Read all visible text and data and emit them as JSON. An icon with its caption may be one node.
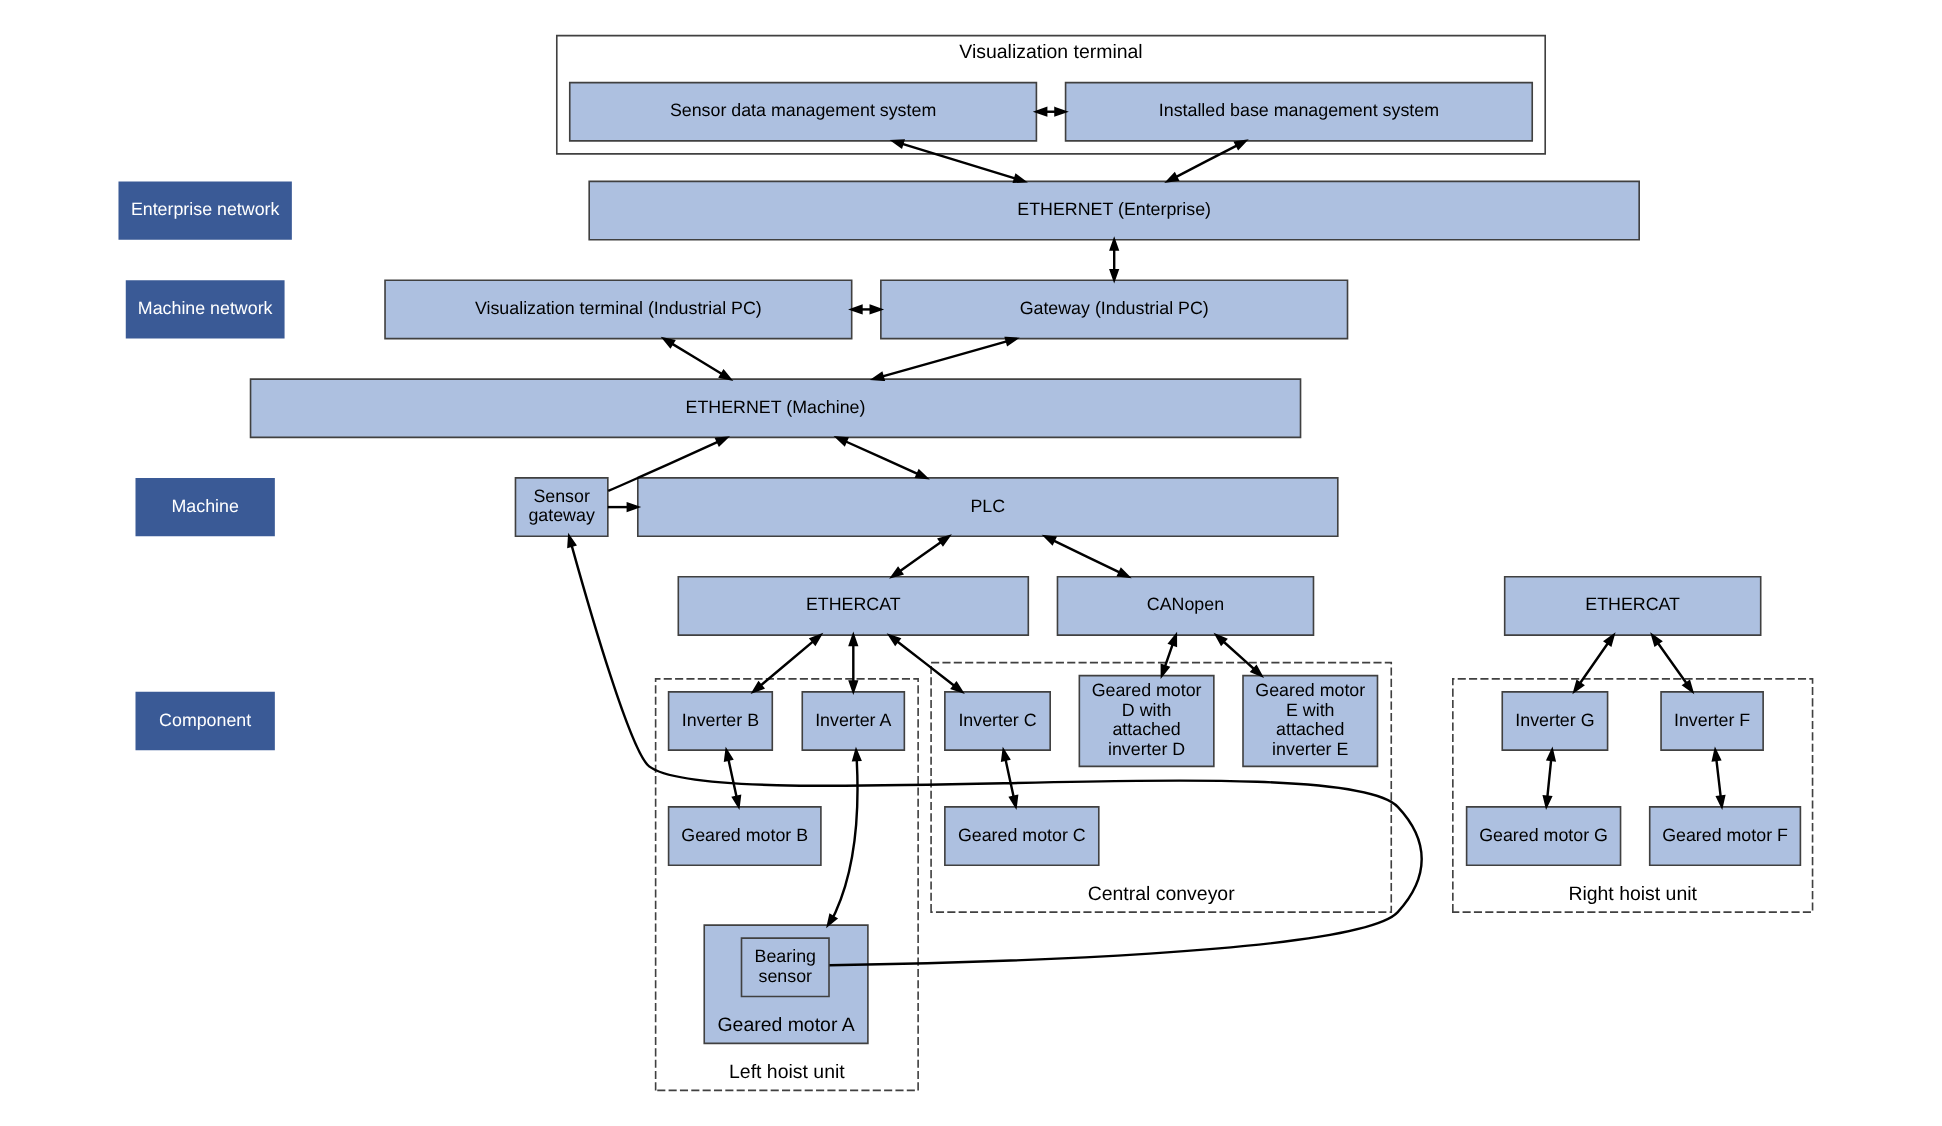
{
  "diagram": {
    "nodes": [
      {
        "text": [
          "Visualization terminal"
        ]
      },
      {
        "text": [
          "Sensor data management system"
        ],
        "in": 0
      },
      {
        "text": [
          "Installed base management system"
        ],
        "in": 0
      },
      {
        "text": [
          "ETHERNET (Enterprise)"
        ]
      },
      {
        "text": [
          "Visualization terminal (Industrial PC)"
        ]
      },
      {
        "text": [
          "Gateway (Industrial PC)"
        ]
      },
      {
        "text": [
          "ETHERNET (Machine)"
        ]
      },
      {
        "text": [
          "Sensor gateway"
        ]
      },
      {
        "text": [
          "PLC"
        ]
      },
      {
        "text": [
          "ETHERCAT"
        ]
      },
      {
        "text": [
          "CANopen"
        ]
      },
      {
        "text": [
          "ETHERCAT"
        ]
      },
      {
        "text": [
          "Left hoist unit"
        ]
      },
      {
        "text": [
          "Inverter A"
        ],
        "in": 12
      },
      {
        "text": [
          "Inverter B"
        ],
        "in": 12
      },
      {
        "text": [
          "Geared motor A"
        ],
        "in": 12
      },
      {
        "text": [
          "Bearing sensor"
        ],
        "in": 15
      },
      {
        "text": [
          "Geared motor B"
        ],
        "in": 12
      },
      {
        "text": [
          "Central conveyor"
        ]
      },
      {
        "text": [
          "Inverter C"
        ],
        "in": 18
      },
      {
        "text": [
          "Geared motor D with attached inverter D"
        ],
        "in": 18
      },
      {
        "text": [
          "Geared motor E with attached inverter E"
        ],
        "in": 18
      },
      {
        "text": [
          "Geared motor C"
        ],
        "in": 18
      },
      {
        "text": [
          "Right hoist unit"
        ]
      },
      {
        "text": [
          "Inverter F"
        ],
        "in": 23
      },
      {
        "text": [
          "Inverter G"
        ],
        "in": 23
      },
      {
        "text": [
          "Geared motor F"
        ],
        "in": 23
      },
      {
        "text": [
          "Geared motor G"
        ],
        "in": 23
      }
    ],
    "edges": [
      {
        "from": 1,
        "to": 2,
        "arrow": "both"
      },
      {
        "from": 1,
        "to": 3,
        "arrow": "both"
      },
      {
        "from": 2,
        "to": 3,
        "arrow": "both"
      },
      {
        "from": 3,
        "to": 5,
        "arrow": "both"
      },
      {
        "from": 4,
        "to": 5,
        "arrow": "both"
      },
      {
        "from": 4,
        "to": 6,
        "arrow": "both"
      },
      {
        "from": 5,
        "to": 6,
        "arrow": "both"
      },
      {
        "from": 6,
        "to": 8,
        "arrow": "both"
      },
      {
        "from": 7,
        "to": 6,
        "arrow": "to"
      },
      {
        "from": 7,
        "to": 8,
        "arrow": "to"
      },
      {
        "from": 16,
        "to": 7,
        "arrow": "to"
      },
      {
        "from": 8,
        "to": 9,
        "arrow": "both"
      },
      {
        "from": 8,
        "to": 10,
        "arrow": "both"
      },
      {
        "from": 9,
        "to": 13,
        "arrow": "both"
      },
      {
        "from": 9,
        "to": 14,
        "arrow": "both"
      },
      {
        "from": 9,
        "to": 19,
        "arrow": "both"
      },
      {
        "from": 13,
        "to": 15,
        "arrow": "both"
      },
      {
        "from": 14,
        "to": 17,
        "arrow": "both"
      },
      {
        "from": 10,
        "to": 20,
        "arrow": "both"
      },
      {
        "from": 10,
        "to": 21,
        "arrow": "both"
      },
      {
        "from": 19,
        "to": 22,
        "arrow": "both"
      },
      {
        "from": 11,
        "to": 24,
        "arrow": "both"
      },
      {
        "from": 11,
        "to": 25,
        "arrow": "both"
      },
      {
        "from": 24,
        "to": 26,
        "arrow": "both"
      },
      {
        "from": 25,
        "to": 27,
        "arrow": "both"
      }
    ],
    "labels": [
      "Enterprise network",
      "Machine network",
      "Machine",
      "Component"
    ]
  }
}
